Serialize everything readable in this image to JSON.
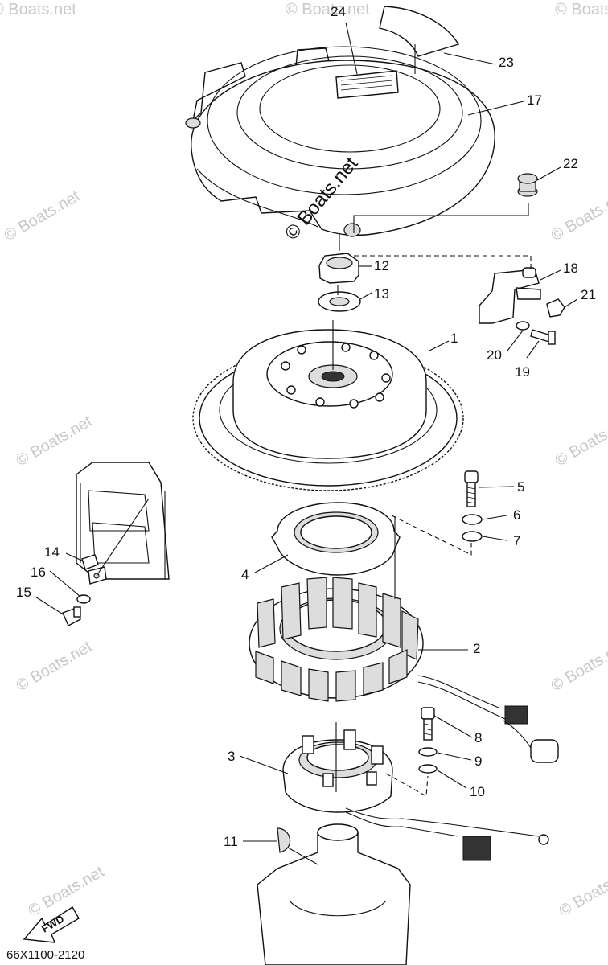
{
  "diagram": {
    "code": "66X1100-2120",
    "fwd_label": "FWD",
    "watermark_text": "© Boats.net",
    "callouts": [
      "1",
      "2",
      "3",
      "4",
      "5",
      "6",
      "7",
      "8",
      "9",
      "10",
      "11",
      "12",
      "13",
      "14",
      "15",
      "16",
      "17",
      "18",
      "19",
      "20",
      "21",
      "22",
      "23",
      "24"
    ]
  }
}
